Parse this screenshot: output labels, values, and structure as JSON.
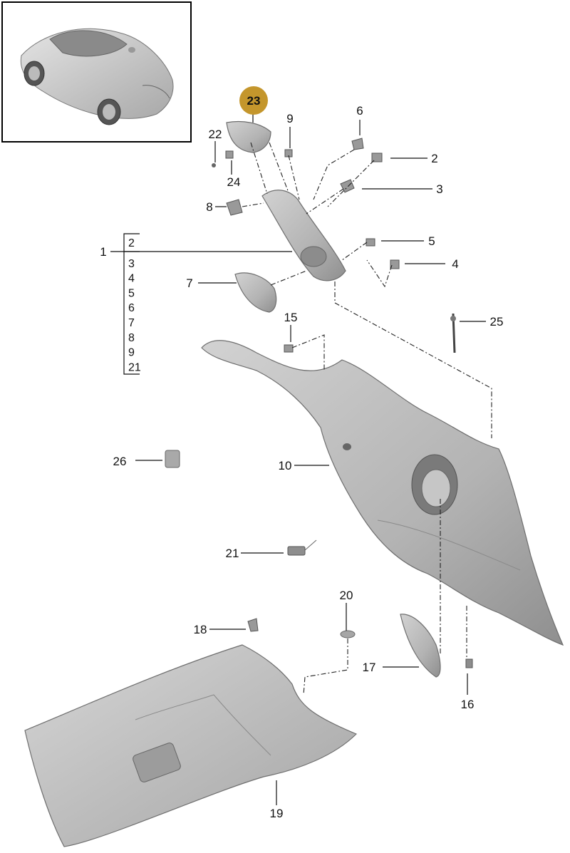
{
  "diagram": {
    "highlight": {
      "label": "23",
      "color": "#c4962c",
      "text_color": "#ffffff"
    },
    "callouts": [
      {
        "id": "c1",
        "label": "1"
      },
      {
        "id": "c2",
        "label": "2"
      },
      {
        "id": "c3",
        "label": "3"
      },
      {
        "id": "c4",
        "label": "4"
      },
      {
        "id": "c5",
        "label": "5"
      },
      {
        "id": "c6",
        "label": "6"
      },
      {
        "id": "c7",
        "label": "7"
      },
      {
        "id": "c8",
        "label": "8"
      },
      {
        "id": "c9",
        "label": "9"
      },
      {
        "id": "c10",
        "label": "10"
      },
      {
        "id": "c15",
        "label": "15"
      },
      {
        "id": "c16",
        "label": "16"
      },
      {
        "id": "c17",
        "label": "17"
      },
      {
        "id": "c18",
        "label": "18"
      },
      {
        "id": "c19",
        "label": "19"
      },
      {
        "id": "c20",
        "label": "20"
      },
      {
        "id": "c21",
        "label": "21"
      },
      {
        "id": "c22",
        "label": "22"
      },
      {
        "id": "c24",
        "label": "24"
      },
      {
        "id": "c25",
        "label": "25"
      },
      {
        "id": "c26",
        "label": "26"
      }
    ],
    "assembly_legend": [
      "2",
      "3",
      "4",
      "5",
      "6",
      "7",
      "8",
      "9",
      "21"
    ],
    "colors": {
      "part_fill": "#b9b9b9",
      "part_shade": "#9a9a9a",
      "line": "#111111"
    }
  }
}
